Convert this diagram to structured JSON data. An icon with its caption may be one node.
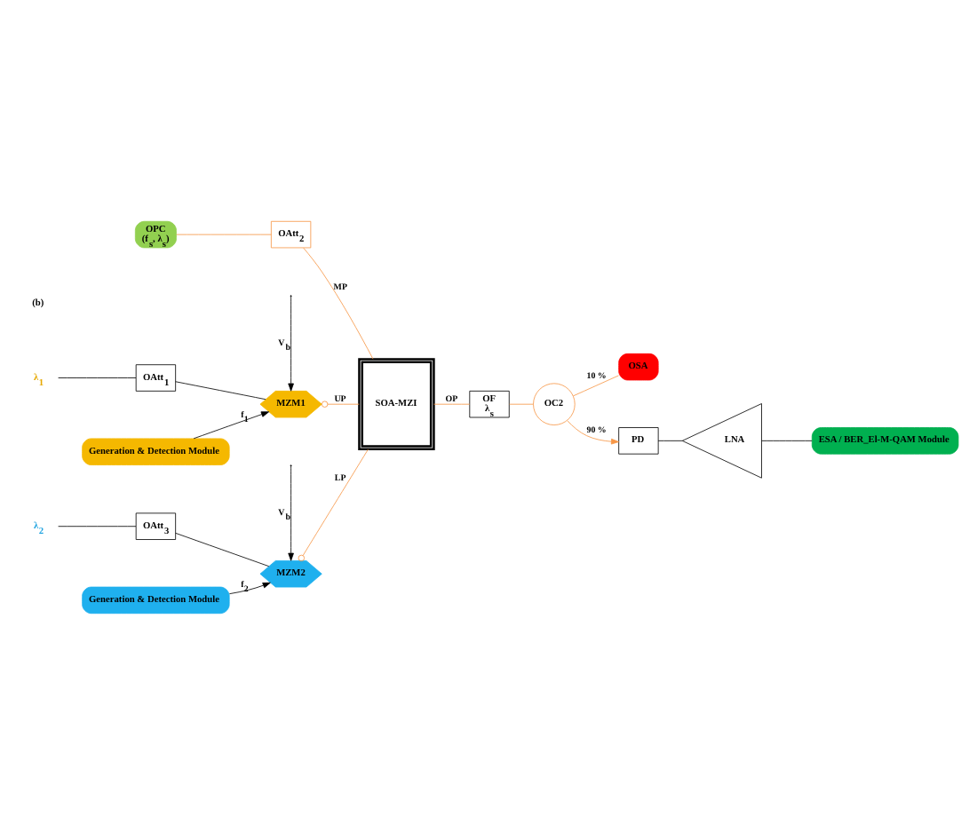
{
  "diagram": {
    "nodes": [
      {
        "text": [
          "λ$_{1}$"
        ]
      },
      {
        "text": [
          "OAtt$_{1}$"
        ]
      },
      {
        "text": [
          "MZM1"
        ]
      },
      {
        "text": [
          "Generation & Detection Module"
        ]
      },
      {
        "text": [
          "OPC",
          "(f$_{s}$, λ$_{s}$)"
        ]
      },
      {
        "text": [
          "OAtt$_{2}$"
        ]
      },
      {
        "text": [
          "SOA-MZI"
        ]
      },
      {
        "text": [
          "λ$_{2}$"
        ]
      },
      {
        "text": [
          "OAtt$_{3}$"
        ]
      },
      {
        "text": [
          "MZM2"
        ]
      },
      {
        "text": [
          "Generation & Detection Module"
        ]
      },
      {
        "text": [
          "OF",
          "λ$_{s}$"
        ]
      },
      {
        "text": [
          "OC2"
        ]
      },
      {
        "text": [
          "OSA"
        ]
      },
      {
        "text": [
          "PD"
        ]
      },
      {
        "text": [
          "LNA"
        ]
      },
      {
        "text": [
          "ESA / BER_El-M-QAM Module"
        ]
      }
    ],
    "edges": [
      {
        "from": 0,
        "to": 1,
        "arrow": "none"
      },
      {
        "from": 1,
        "to": 2,
        "arrow": "none"
      },
      {
        "from": 3,
        "to": 2,
        "arrow": "to",
        "label": "f$_{1}$"
      },
      {
        "from": null,
        "to": 2,
        "arrow": "to",
        "label": "V$_{b}$"
      },
      {
        "from": 2,
        "to": 6,
        "arrow": "other",
        "label": "UP",
        "color": "#f79646"
      },
      {
        "from": 4,
        "to": 5,
        "arrow": "none",
        "color": "#f79646"
      },
      {
        "from": 5,
        "to": 6,
        "arrow": "none",
        "label": "MP",
        "color": "#f79646"
      },
      {
        "from": 7,
        "to": 8,
        "arrow": "none"
      },
      {
        "from": 8,
        "to": 9,
        "arrow": "none"
      },
      {
        "from": 10,
        "to": 9,
        "arrow": "to",
        "label": "f$_{2}$"
      },
      {
        "from": null,
        "to": 9,
        "arrow": "to",
        "label": "V$_{b}$"
      },
      {
        "from": 9,
        "to": 6,
        "arrow": "other",
        "label": "LP",
        "color": "#f79646"
      },
      {
        "from": 6,
        "to": 11,
        "arrow": "none",
        "label": "OP",
        "color": "#f79646"
      },
      {
        "from": 11,
        "to": 12,
        "arrow": "none",
        "color": "#f79646"
      },
      {
        "from": 12,
        "to": 13,
        "arrow": "none",
        "label": "10 %",
        "color": "#f79646"
      },
      {
        "from": 12,
        "to": 14,
        "arrow": "to",
        "label": "90 %",
        "color": "#f79646"
      },
      {
        "from": 14,
        "to": 15,
        "arrow": "none"
      },
      {
        "from": 15,
        "to": 16,
        "arrow": "none"
      }
    ],
    "labels": [
      "(b)"
    ]
  }
}
